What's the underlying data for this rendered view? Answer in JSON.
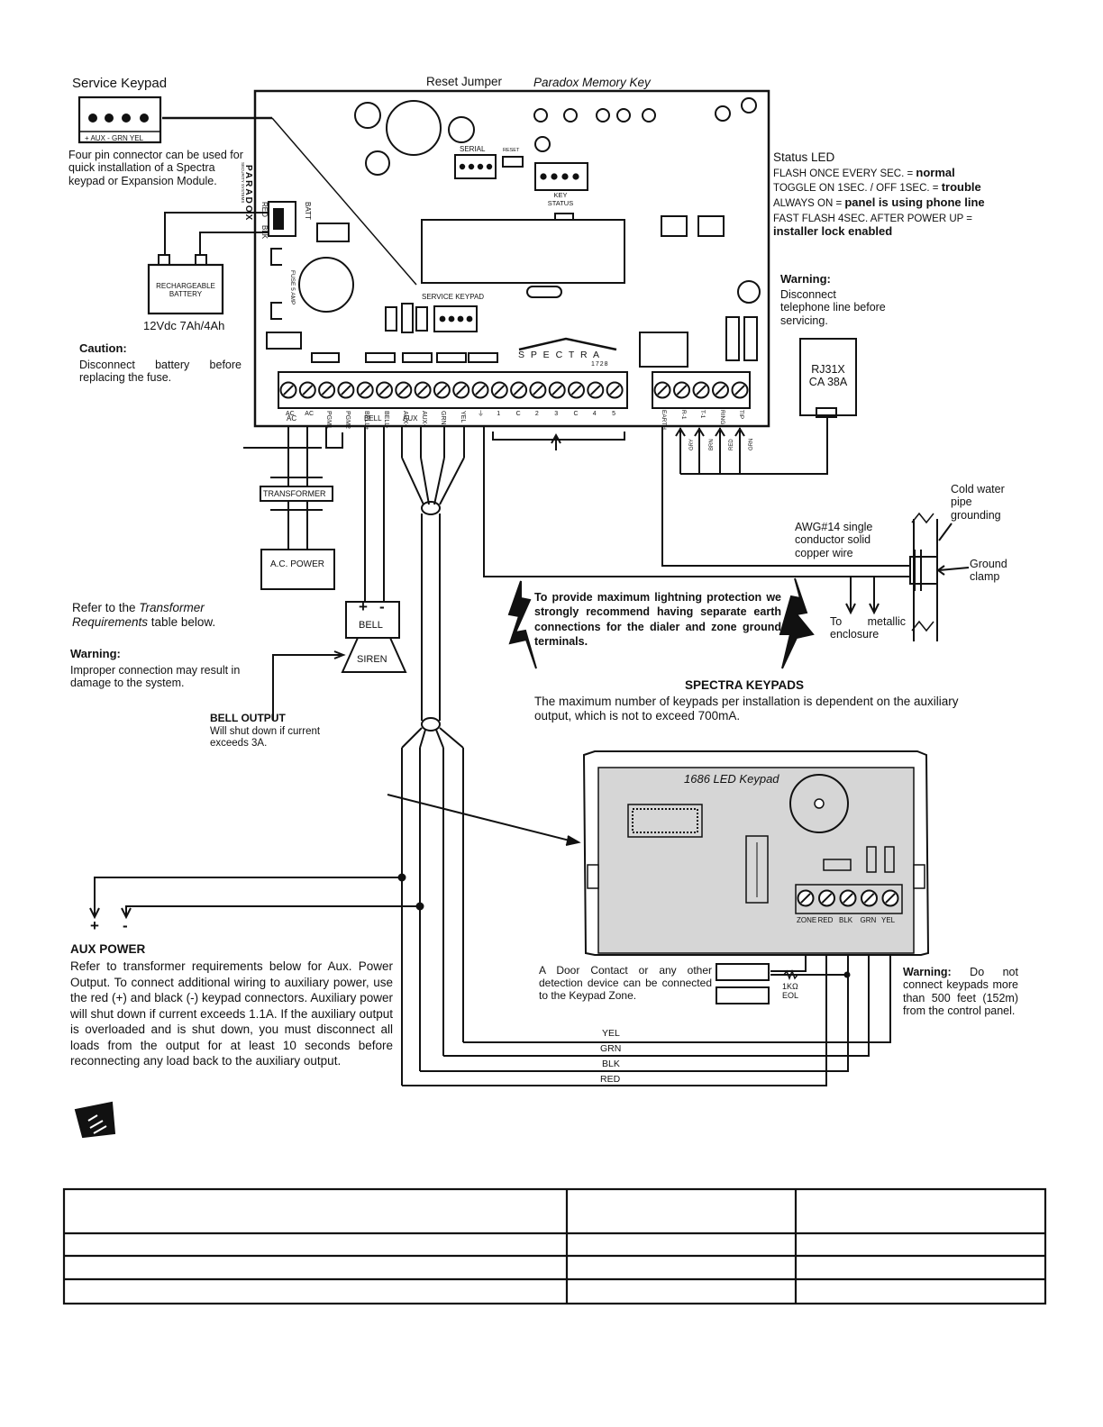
{
  "service_keypad": {
    "title": "Service Keypad",
    "connector_labels": "+ AUX -  GRN  YEL",
    "note": "Four pin connector can be used for quick installation of a Spectra keypad or Expansion Module."
  },
  "reset_jumper": "Reset Jumper",
  "memory_key": "Paradox Memory Key",
  "status_led": {
    "title": "Status LED",
    "lines": [
      {
        "pre": "FLASH ONCE EVERY SEC. = ",
        "bold": "normal"
      },
      {
        "pre": "TOGGLE ON 1SEC. / OFF 1SEC. = ",
        "bold": "trouble"
      },
      {
        "pre": "ALWAYS ON = ",
        "bold": "panel is using phone line"
      },
      {
        "pre": "FAST FLASH 4SEC. AFTER POWER UP =",
        "bold": ""
      },
      {
        "pre": "",
        "bold": "installer lock enabled"
      }
    ]
  },
  "board": {
    "brand": "PARADOX",
    "brand_sub": "SECURITY SYSTEMS",
    "serial": "SERIAL",
    "reset": "RESET",
    "key_status": "KEY STATUS",
    "service_keypad": "SERVICE KEYPAD",
    "batt": "BATT",
    "red": "RED",
    "blk": "BLK",
    "fuse": "FUSE 5 AMP",
    "spectra": "S P E C T R A",
    "model": "1728",
    "terminals_left": [
      "AC",
      "AC",
      "PGM1",
      "PGM2",
      "BELL+",
      "BELL-",
      "AUX+",
      "AUX-",
      "GRN",
      "YEL",
      "⏚",
      "1",
      "C",
      "2",
      "3",
      "C",
      "4",
      "5"
    ],
    "terminals_right": [
      "EARTH",
      "R-1",
      "T-1",
      "RING",
      "TIP"
    ],
    "group_ac": "AC",
    "group_bell": "BELL",
    "group_aux": "AUX",
    "line_wires": [
      "GRY",
      "BRN",
      "RED",
      "GRN"
    ]
  },
  "battery": {
    "label": "RECHARGEABLE BATTERY",
    "spec": "12Vdc 7Ah/4Ah"
  },
  "caution": {
    "title": "Caution:",
    "text": "Disconnect battery before replacing the fuse."
  },
  "warning_phone": {
    "title": "Warning:",
    "text": "Disconnect telephone line before servicing."
  },
  "rj31x": "RJ31X CA 38A",
  "transformer": "TRANSFORMER",
  "ac_power": "A.C. POWER",
  "transformer_ref": {
    "pre": "Refer to the ",
    "italic": "Transformer Requirements",
    "post": " table below."
  },
  "warning_improper": {
    "title": "Warning:",
    "text": "Improper connection may result in damage to the system."
  },
  "bell": {
    "label": "BELL",
    "siren": "SIREN",
    "plus": "+",
    "minus": "-"
  },
  "bell_output": {
    "title": "BELL OUTPUT",
    "text": "Will shut down if current exceeds 3A."
  },
  "grounding": {
    "cold_water": "Cold water pipe grounding",
    "awg": "AWG#14 single conductor solid copper wire",
    "ground_clamp": "Ground clamp",
    "metallic": "To metallic enclosure"
  },
  "lightning": "To provide maximum lightning protection we strongly recommend having separate earth connections for the dialer and zone ground terminals.",
  "spectra_keypads": {
    "title": "SPECTRA KEYPADS",
    "text": "The maximum number of keypads per installation is dependent on the auxiliary output, which is not to exceed 700mA."
  },
  "keypad": {
    "model": "1686 LED Keypad",
    "terminals": [
      "ZONE",
      "RED",
      "BLK",
      "GRN",
      "YEL"
    ]
  },
  "door_contact": "A Door Contact or any other detection device can be connected to the Keypad Zone.",
  "eol": "1KΩ EOL",
  "warning_keypads": {
    "title": "Warning:",
    "text": "Do not connect keypads more than 500 feet (152m) from the control panel."
  },
  "wire_labels": [
    "YEL",
    "GRN",
    "BLK",
    "RED"
  ],
  "aux_power": {
    "plus": "+",
    "minus": "-",
    "title": "AUX POWER",
    "text": "Refer to transformer requirements below for Aux. Power Output. To connect additional wiring to auxiliary power, use the red (+) and black (-) keypad connectors. Auxiliary power will shut down if current exceeds 1.1A. If the auxiliary output is overloaded and is shut down, you must disconnect all loads from the output for at least 10 seconds before reconnecting any load back to the auxiliary output."
  },
  "table": {
    "rows": [
      [
        "",
        "",
        ""
      ],
      [
        "",
        "",
        ""
      ],
      [
        "",
        "",
        ""
      ],
      [
        "",
        "",
        ""
      ]
    ]
  }
}
